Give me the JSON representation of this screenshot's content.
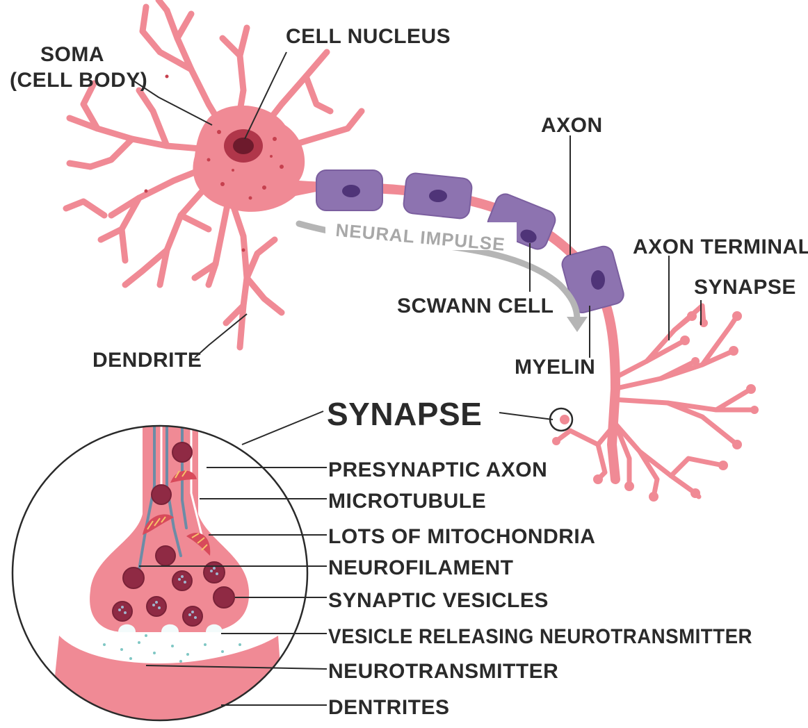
{
  "labels": {
    "soma_line1": "SOMA",
    "soma_line2": "(CELL BODY)",
    "cell_nucleus": "CELL NUCLEUS",
    "axon": "AXON",
    "axon_terminal": "AXON TERMINAL",
    "synapse_small": "SYNAPSE",
    "neural_impulse": "NEURAL IMPULSE",
    "schwann_cell": "SCWANN CELL",
    "myelin": "MYELIN",
    "dendrite": "DENDRITE",
    "synapse_big": "SYNAPSE",
    "presynaptic_axon": "PRESYNAPTIC AXON",
    "microtubule": "MICROTUBULE",
    "mitochondria": "LOTS OF MITOCHONDRIA",
    "neurofilament": "NEUROFILAMENT",
    "synaptic_vesicles": "SYNAPTIC VESICLES",
    "vesicle_releasing": "VESICLE RELEASING NEUROTRANSMITTER",
    "neurotransmitter": "NEUROTRANSMITTER",
    "dentrites": "DENTRITES"
  },
  "colors": {
    "neuron": "#f08a95",
    "schwann": "#8d73b0",
    "vesicle": "#8f2a44",
    "text": "#2a2a2a",
    "impulse_arrow": "#b5b5b5"
  }
}
